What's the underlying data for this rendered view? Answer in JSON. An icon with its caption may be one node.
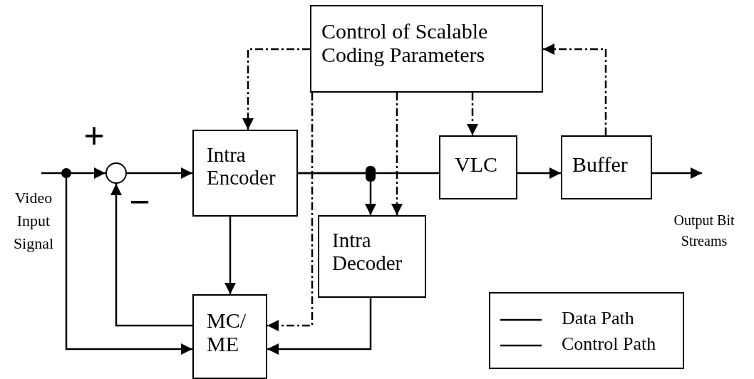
{
  "diagram": {
    "nodes": [
      {
        "text": [
          "Control of Scalable Coding Parameters"
        ]
      },
      {
        "text": [],
        "shape": "circle"
      },
      {
        "text": [
          "Intra Encoder"
        ]
      },
      {
        "text": [
          "VLC"
        ]
      },
      {
        "text": [
          "Buffer"
        ]
      },
      {
        "text": [
          "Intra Decoder"
        ]
      },
      {
        "text": [
          "MC/ ME"
        ]
      }
    ],
    "edges": [
      {
        "from": null,
        "to": 1,
        "arrow": "to"
      },
      {
        "from": null,
        "to": 6,
        "arrow": "to"
      },
      {
        "from": 1,
        "to": 2,
        "arrow": "to"
      },
      {
        "from": 2,
        "to": 6,
        "arrow": "to"
      },
      {
        "from": 6,
        "to": 1,
        "arrow": "to"
      },
      {
        "from": 2,
        "to": 3,
        "arrow": "none"
      },
      {
        "from": 2,
        "to": 5,
        "arrow": "to"
      },
      {
        "from": 3,
        "to": 4,
        "arrow": "to"
      },
      {
        "from": 4,
        "to": null,
        "arrow": "to"
      },
      {
        "from": 4,
        "to": 0,
        "arrow": "to",
        "style": "dashed"
      },
      {
        "from": 0,
        "to": 2,
        "arrow": "to",
        "style": "dashed"
      },
      {
        "from": 0,
        "to": 3,
        "arrow": "to",
        "style": "dashed"
      },
      {
        "from": 0,
        "to": 5,
        "arrow": "to",
        "style": "dashed"
      },
      {
        "from": 0,
        "to": 6,
        "arrow": "to",
        "style": "dashed"
      },
      {
        "from": 5,
        "to": 6,
        "arrow": "to"
      }
    ],
    "labels": [
      "+",
      "−",
      "Video Input Signal",
      "Output Bit Streams"
    ],
    "legend": [
      {
        "text": "Data Path"
      },
      {
        "text": "Control Path"
      }
    ]
  }
}
